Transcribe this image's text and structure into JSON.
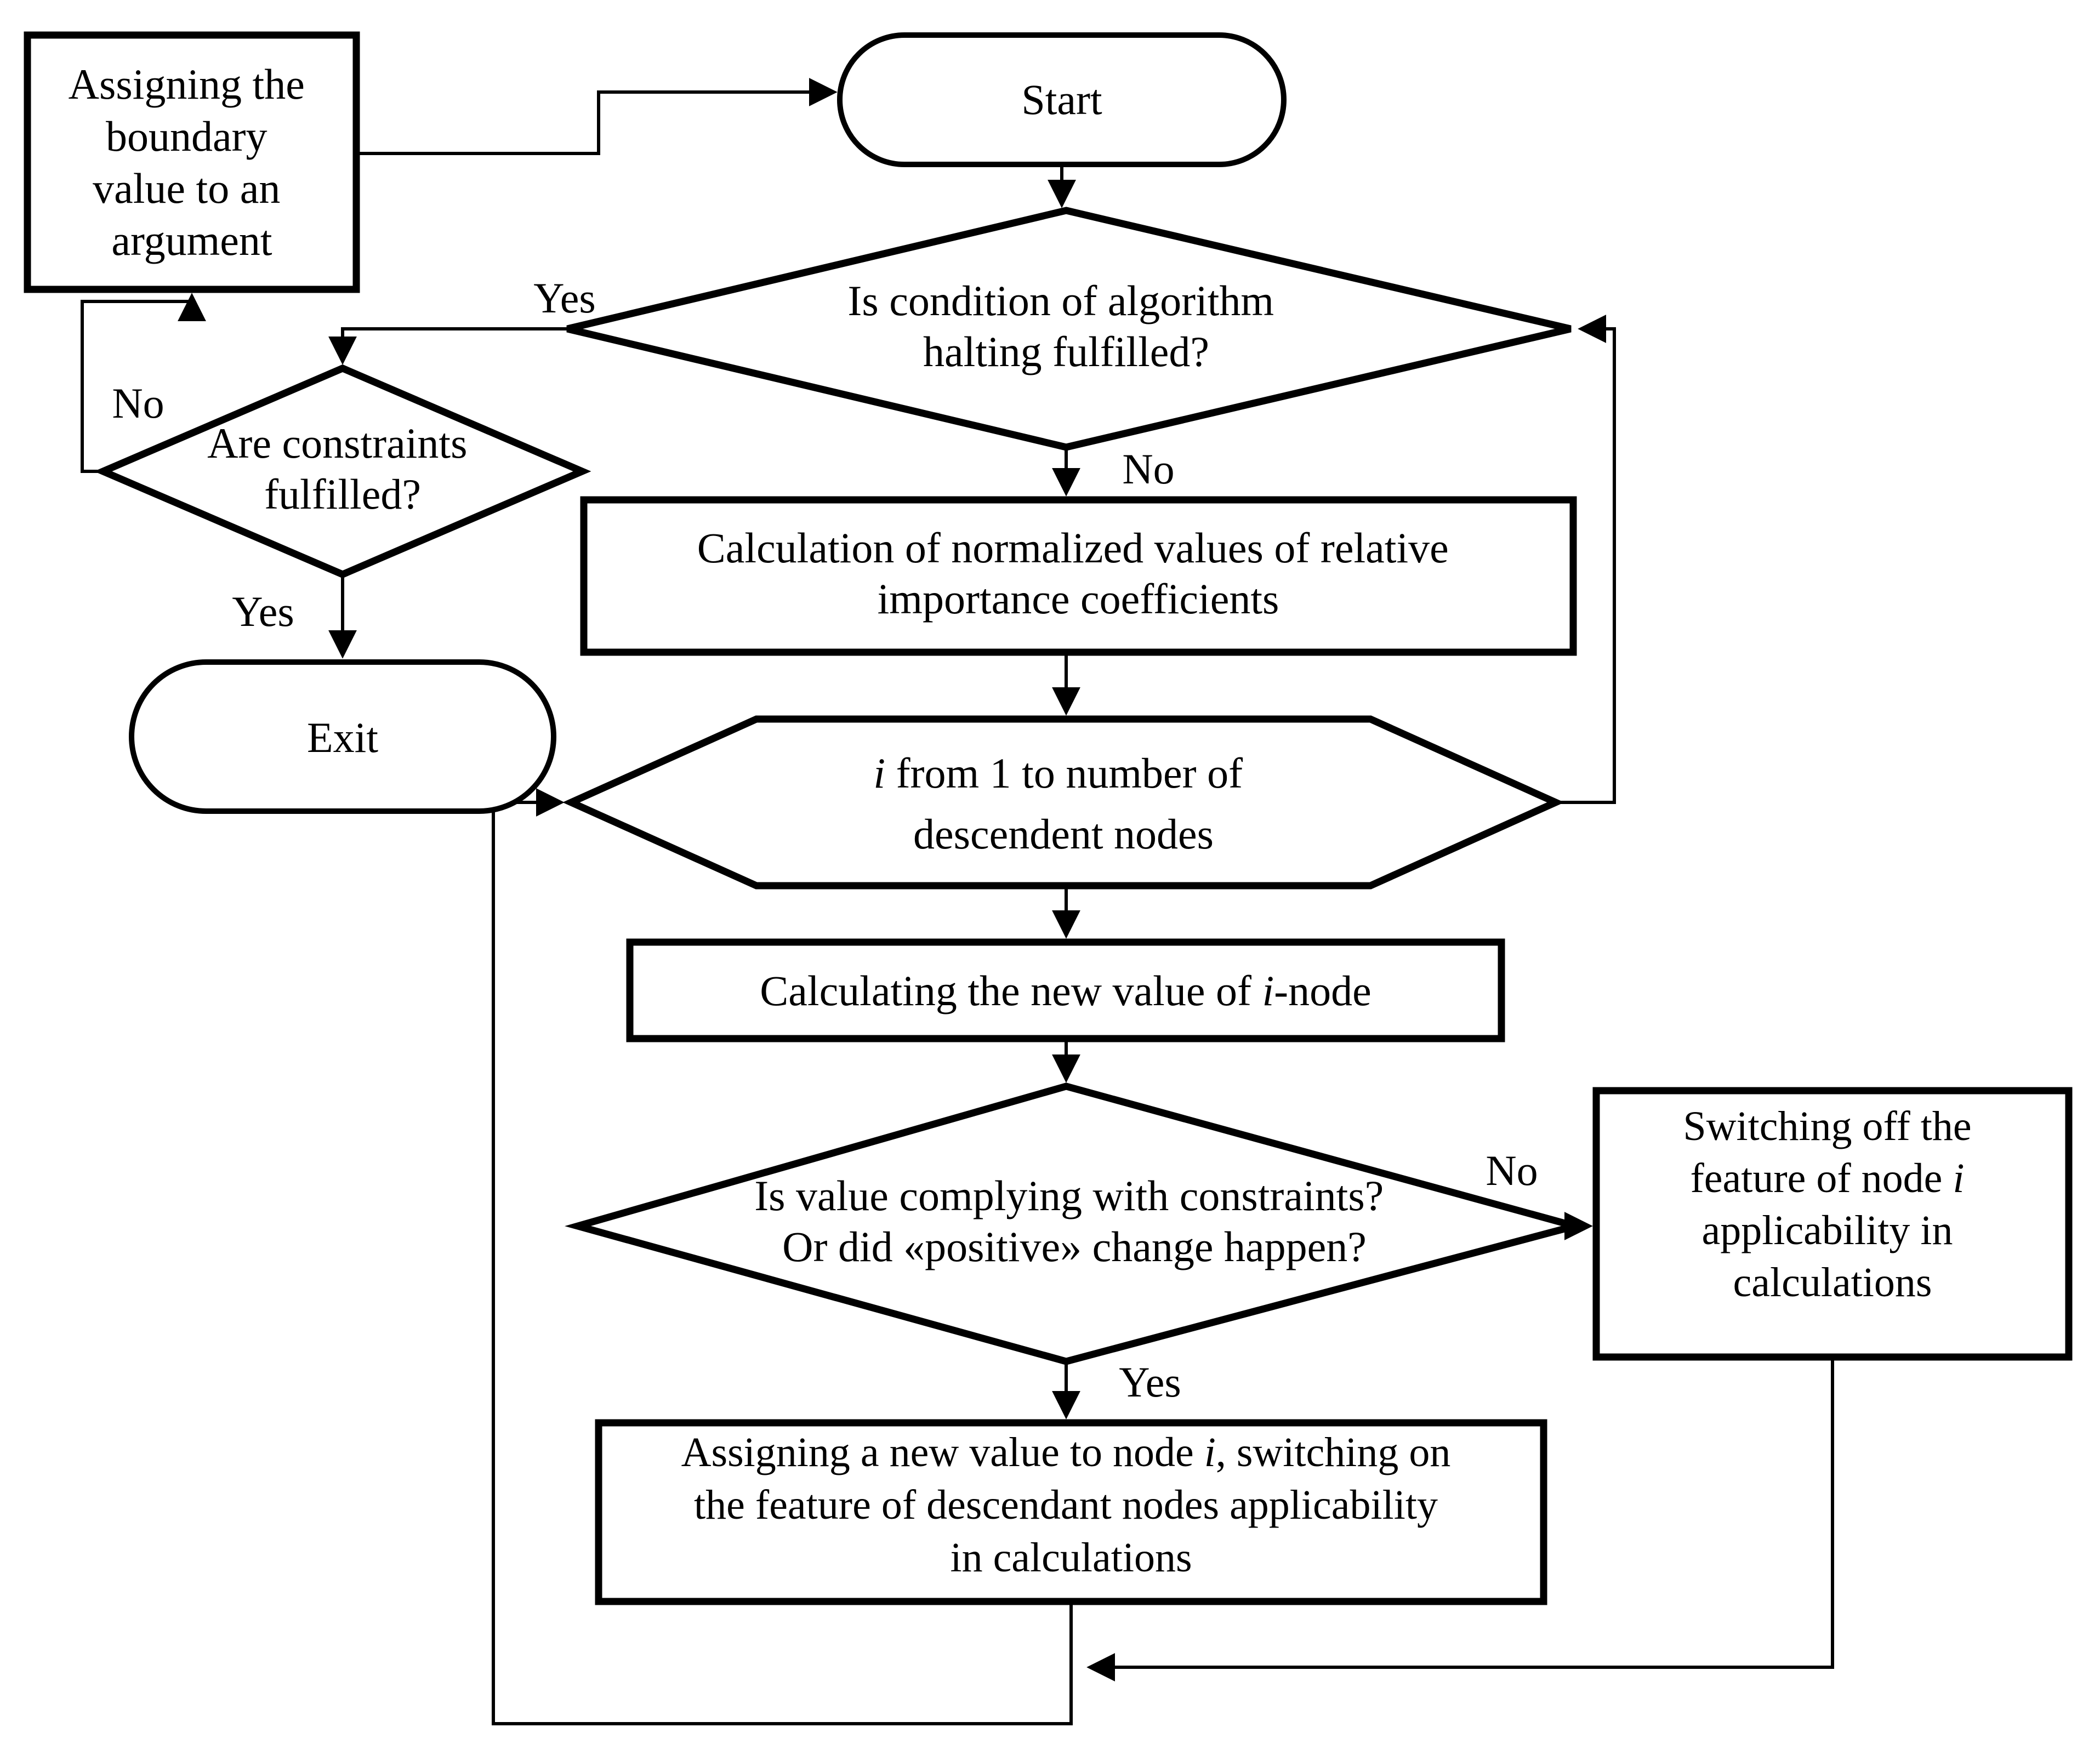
{
  "diagram": {
    "colors": {
      "background": "#ffffff",
      "stroke": "#000000",
      "text": "#000000"
    },
    "nodes": {
      "assign_boundary": {
        "type": "process",
        "lines": [
          "Assigning the",
          "boundary",
          "value to an",
          "argument"
        ]
      },
      "start": {
        "type": "terminator",
        "label": "Start"
      },
      "halting": {
        "type": "decision",
        "lines": [
          "Is condition of algorithm",
          "halting fulfilled?"
        ]
      },
      "constraints": {
        "type": "decision",
        "lines": [
          "Are constraints",
          "fulfilled?"
        ]
      },
      "exit": {
        "type": "terminator",
        "label": "Exit"
      },
      "calc_norm": {
        "type": "process",
        "lines": [
          "Calculation of normalized values of relative",
          "importance coefficients"
        ]
      },
      "loop": {
        "type": "loop-limit",
        "i": "i",
        "line1_rest": " from 1 to number of",
        "line2": "descendent nodes"
      },
      "calc_new": {
        "type": "process",
        "prefix": "Calculating the new value of ",
        "i": "i",
        "suffix": "-node"
      },
      "complying": {
        "type": "decision",
        "lines": [
          "Is value complying with constraints?",
          "Or did «positive» change happen?"
        ]
      },
      "switch_off": {
        "type": "process",
        "line1": "Switching off the",
        "line2_prefix": "feature of node ",
        "i": "i",
        "line3": "applicability in",
        "line4": "calculations"
      },
      "assign_new": {
        "type": "process",
        "line1_prefix": "Assigning a new value to node ",
        "i": "i",
        "line1_suffix": ", switching on",
        "line2": "the feature of descendant nodes applicability",
        "line3": "in calculations"
      }
    },
    "labels": {
      "halting_yes": "Yes",
      "halting_no": "No",
      "constraints_no": "No",
      "constraints_yes": "Yes",
      "complying_no": "No",
      "complying_yes": "Yes"
    }
  }
}
